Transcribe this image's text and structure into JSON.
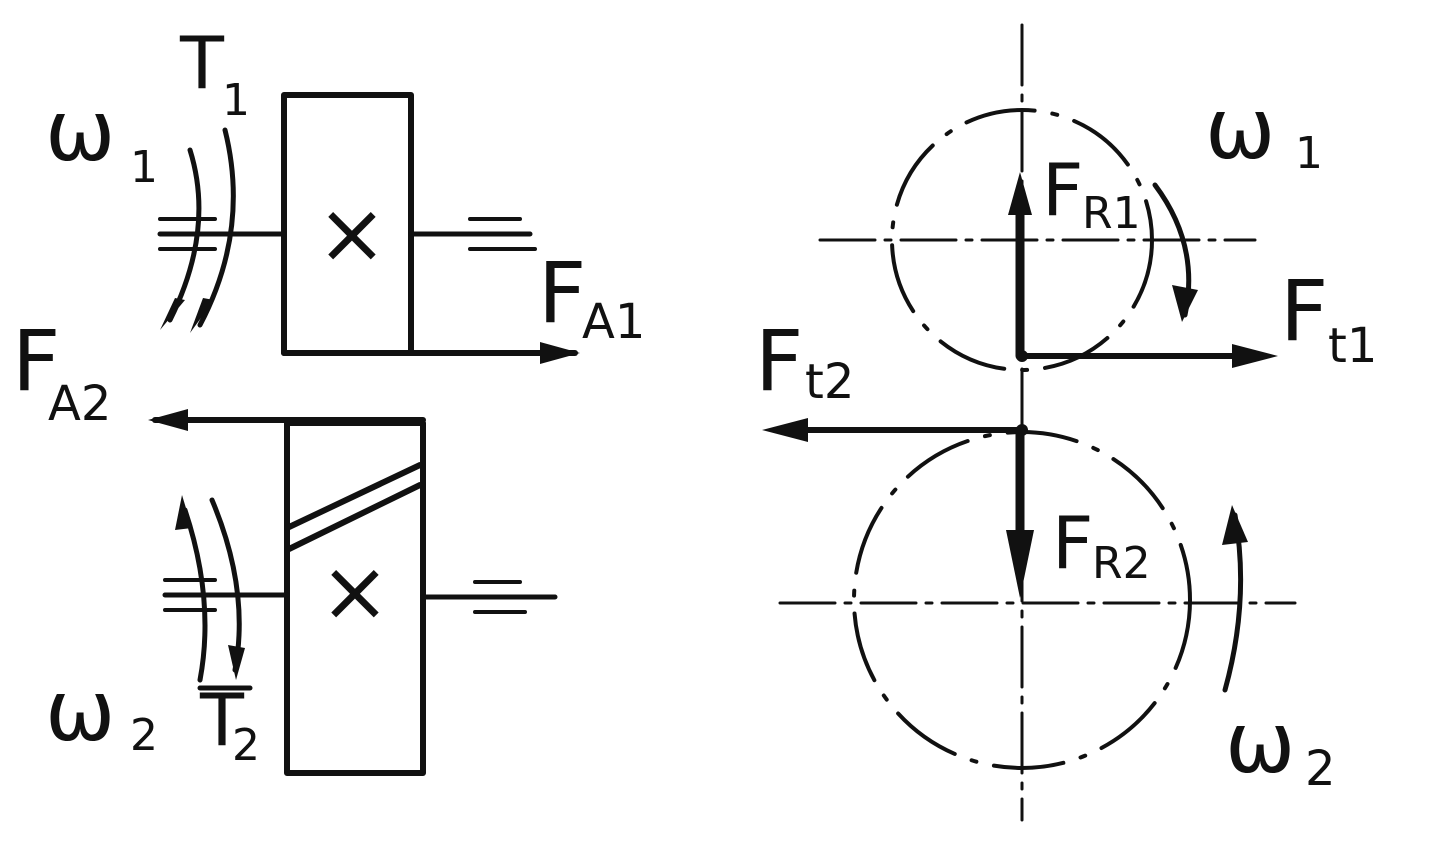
{
  "left_diagram": {
    "gear1": {
      "omega": "ω",
      "omega_sub": "1",
      "torque": "T",
      "torque_sub": "1",
      "force_axial": "F",
      "force_axial_sub": "A1",
      "tooth_mark": "×"
    },
    "gear2": {
      "omega": "ω",
      "omega_sub": "2",
      "torque": "T",
      "torque_sub": "2",
      "force_axial": "F",
      "force_axial_sub": "A2",
      "tooth_mark": "×"
    }
  },
  "right_diagram": {
    "gear1": {
      "omega": "ω",
      "omega_sub": "1",
      "radial_force": "F",
      "radial_force_sub": "R1",
      "tangential_force": "F",
      "tangential_force_sub": "t1"
    },
    "gear2": {
      "omega": "ω",
      "omega_sub": "2",
      "radial_force": "F",
      "radial_force_sub": "R2",
      "tangential_force": "F",
      "tangential_force_sub": "t2"
    }
  },
  "colors": {
    "ink": "#111111",
    "paper": "#ffffff"
  }
}
